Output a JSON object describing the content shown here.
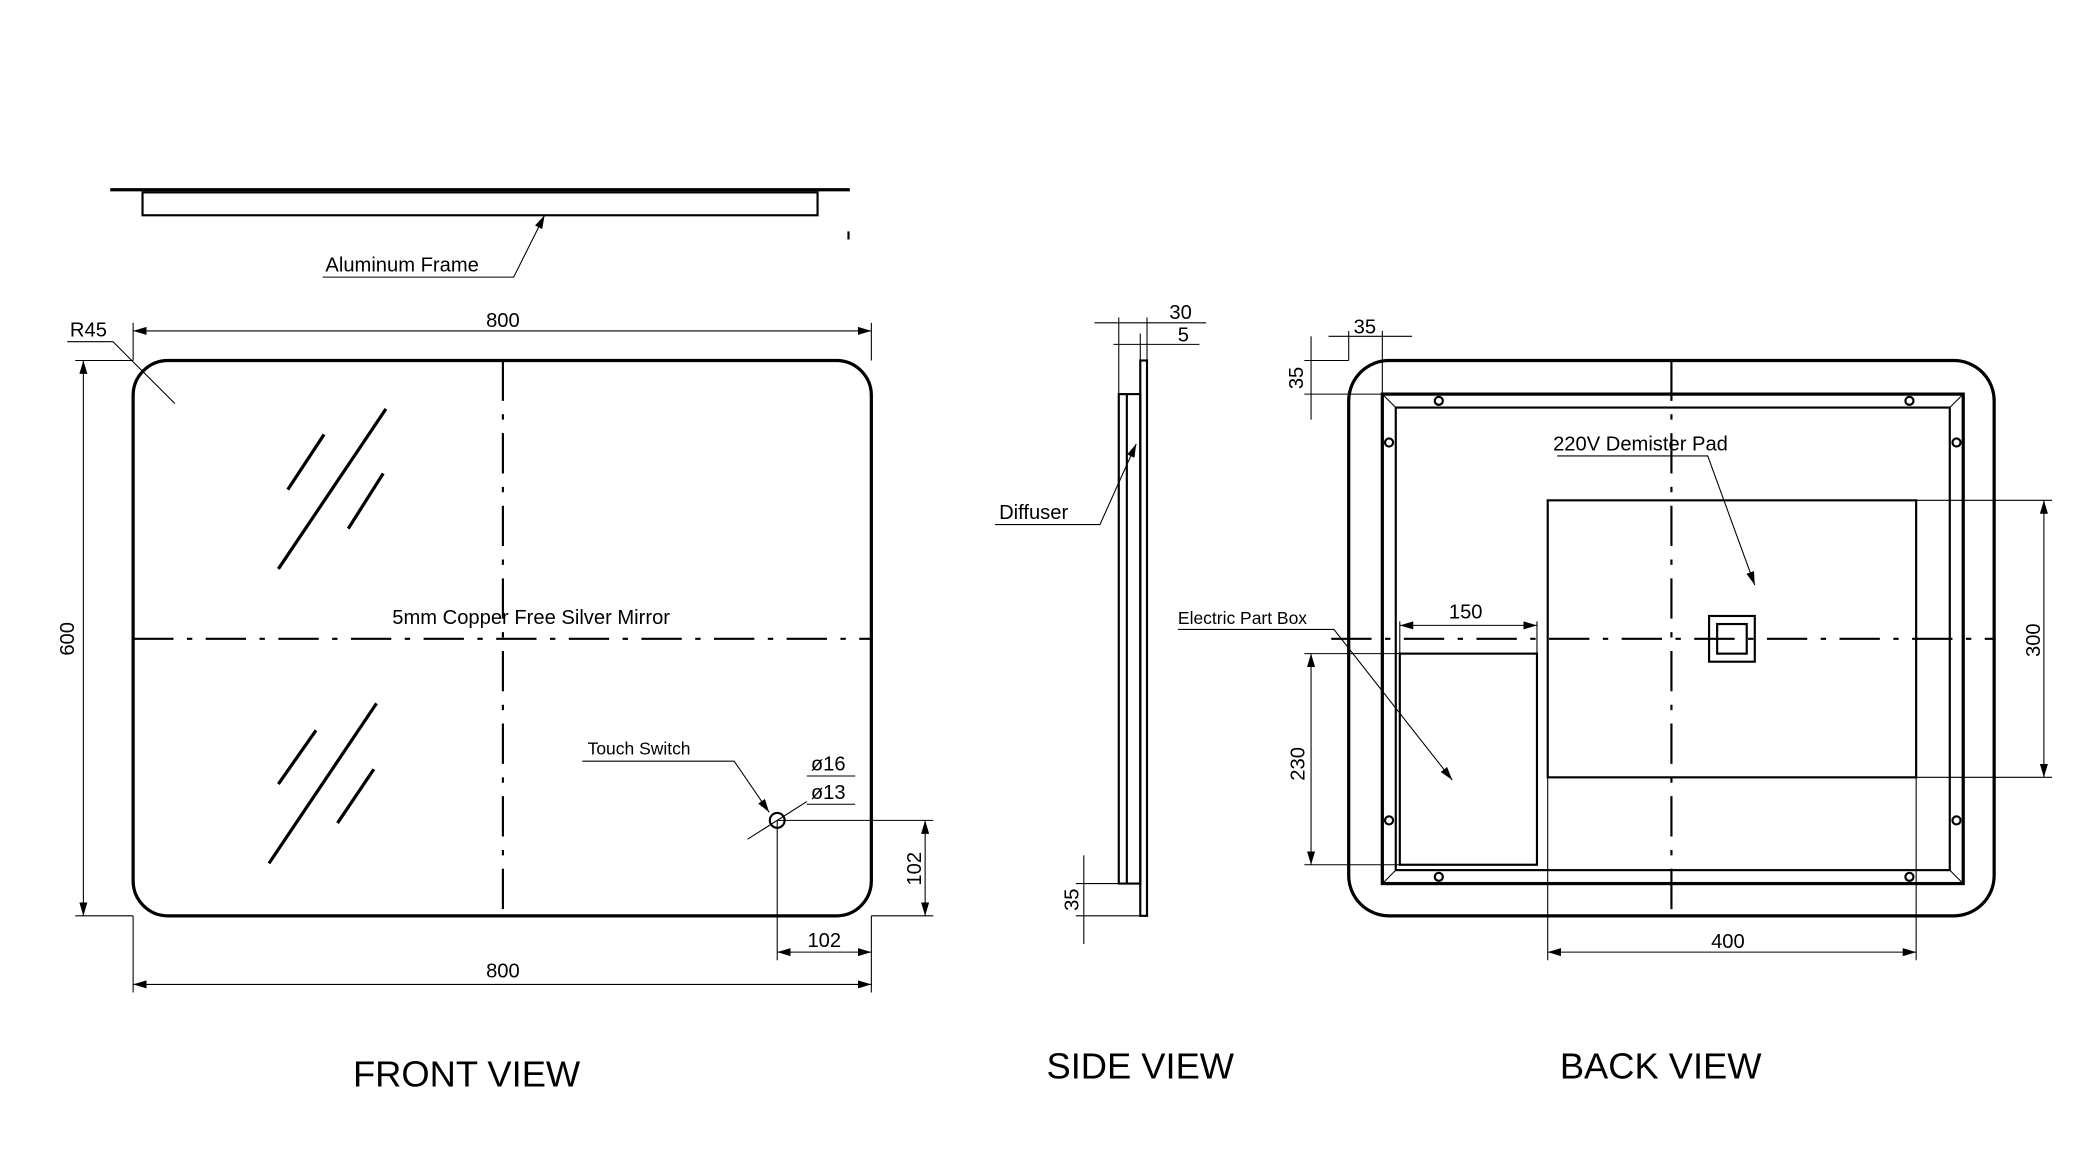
{
  "drawing": {
    "views": {
      "front": "FRONT VIEW",
      "side": "SIDE VIEW",
      "back": "BACK VIEW"
    },
    "labels": {
      "aluminum_frame": "Aluminum Frame",
      "radius": "R45",
      "mirror": "5mm Copper Free Silver Mirror",
      "touch_switch": "Touch Switch",
      "dia_outer": "ø16",
      "dia_inner": "ø13",
      "diffuser": "Diffuser",
      "demister_pad": "220V Demister Pad",
      "electric_box": "Electric Part Box"
    },
    "dimensions": {
      "front_width_top": "800",
      "front_width_bottom": "800",
      "front_height": "600",
      "switch_from_bottom": "102",
      "switch_from_right": "102",
      "side_depth": "30",
      "side_glass": "5",
      "side_inset": "35",
      "back_inset_x": "35",
      "back_inset_y": "35",
      "box_width": "150",
      "box_height": "230",
      "pad_height": "300",
      "pad_width": "400"
    }
  }
}
